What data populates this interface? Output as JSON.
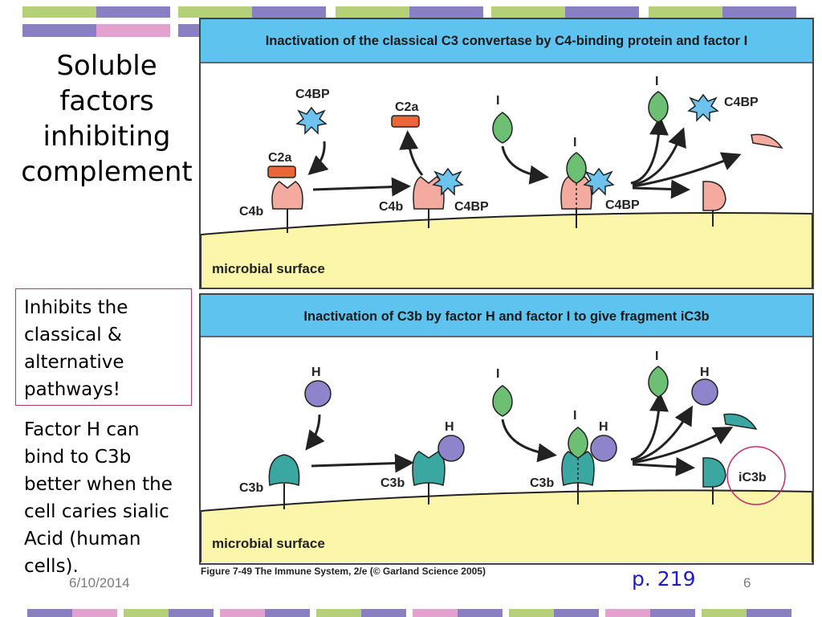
{
  "slide": {
    "title": "Soluble\nfactors\ninhibiting\ncomplement",
    "note_box": "Inhibits the\nclassical &\nalternative\npathways!",
    "note_text": "Factor H can\nbind to C3b\nbetter when the\ncell caries sialic\nAcid (human\ncells).",
    "date": "6/10/2014",
    "page_ref": "p. 219",
    "slide_number": "6",
    "colors": {
      "purple": "#6d5e9c",
      "green": "#b5d078",
      "pink": "#e3a1cf",
      "lavender": "#8880c0",
      "accent_circle": "#c0306a"
    }
  },
  "figure": {
    "caption": "Figure 7-49  The Immune System, 2/e (© Garland Science 2005)",
    "panel_top": {
      "header": "Inactivation of the classical C3 convertase by C4-binding protein and factor I",
      "surface_label": "microbial surface",
      "labels": {
        "c4bp": "C4BP",
        "c2a": "C2a",
        "c4b": "C4b",
        "factor_i": "I"
      }
    },
    "panel_bottom": {
      "header": "Inactivation of C3b by factor H and factor I to give fragment iC3b",
      "surface_label": "microbial surface",
      "labels": {
        "h": "H",
        "i": "I",
        "c3b": "C3b",
        "ic3b": "iC3b"
      }
    }
  }
}
